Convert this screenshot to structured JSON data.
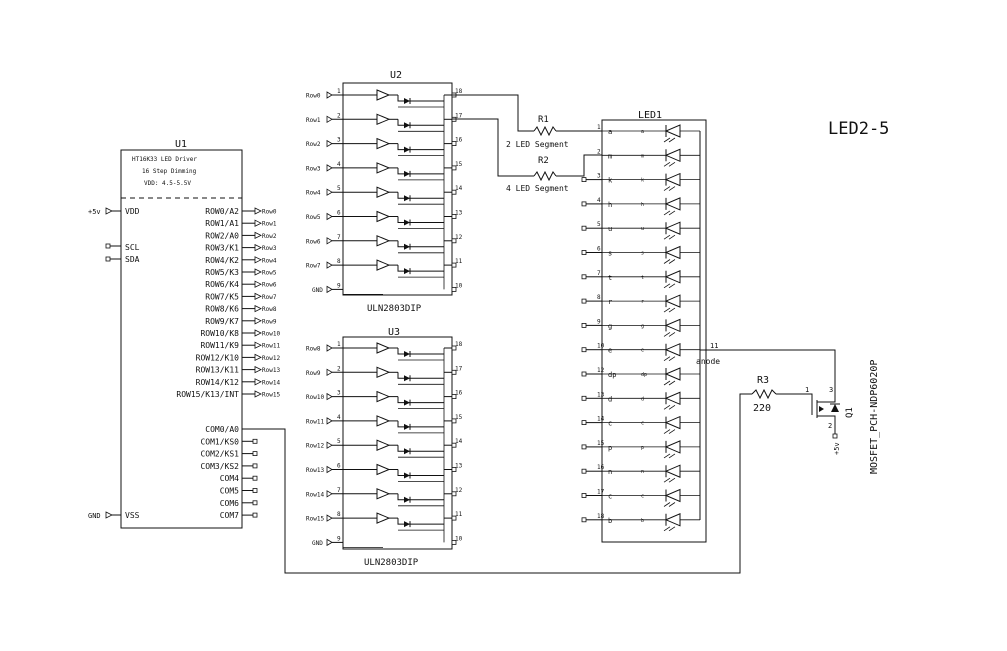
{
  "sheet_title": "LED2-5",
  "u1": {
    "ref": "U1",
    "desc": [
      "HT16K33 LED Driver",
      "16 Step Dimming",
      "VDD:     4.5-5.5V"
    ],
    "vdd_label": "VDD",
    "vdd_net": "+5v",
    "scl_label": "SCL",
    "sda_label": "SDA",
    "vss_label": "VSS",
    "vss_net": "GND",
    "rows": [
      {
        "pin": "ROW0/A2",
        "net": "Row0"
      },
      {
        "pin": "ROW1/A1",
        "net": "Row1"
      },
      {
        "pin": "ROW2/A0",
        "net": "Row2"
      },
      {
        "pin": "ROW3/K1",
        "net": "Row3"
      },
      {
        "pin": "ROW4/K2",
        "net": "Row4"
      },
      {
        "pin": "ROW5/K3",
        "net": "Row5"
      },
      {
        "pin": "ROW6/K4",
        "net": "Row6"
      },
      {
        "pin": "ROW7/K5",
        "net": "Row7"
      },
      {
        "pin": "ROW8/K6",
        "net": "Row8"
      },
      {
        "pin": "ROW9/K7",
        "net": "Row9"
      },
      {
        "pin": "ROW10/K8",
        "net": "Row10"
      },
      {
        "pin": "ROW11/K9",
        "net": "Row11"
      },
      {
        "pin": "ROW12/K10",
        "net": "Row12"
      },
      {
        "pin": "ROW13/K11",
        "net": "Row13"
      },
      {
        "pin": "ROW14/K12",
        "net": "Row14"
      },
      {
        "pin": "ROW15/K13/INT",
        "net": "Row15"
      }
    ],
    "coms": [
      "COM0/A0",
      "COM1/KS0",
      "COM2/KS1",
      "COM3/KS2",
      "COM4",
      "COM5",
      "COM6",
      "COM7"
    ]
  },
  "u2": {
    "ref": "U2",
    "part": "ULN2803DIP",
    "gnd_net": "GND",
    "gnd_pin": "9",
    "inputs": [
      "Row0",
      "Row1",
      "Row2",
      "Row3",
      "Row4",
      "Row5",
      "Row6",
      "Row7"
    ],
    "in_pins": [
      "1",
      "2",
      "3",
      "4",
      "5",
      "6",
      "7",
      "8"
    ],
    "out_pins": [
      "18",
      "17",
      "16",
      "15",
      "14",
      "13",
      "12",
      "11",
      "10"
    ]
  },
  "u3": {
    "ref": "U3",
    "part": "ULN2803DIP",
    "gnd_net": "GND",
    "gnd_pin": "9",
    "inputs": [
      "Row8",
      "Row9",
      "Row10",
      "Row11",
      "Row12",
      "Row13",
      "Row14",
      "Row15"
    ],
    "in_pins": [
      "1",
      "2",
      "3",
      "4",
      "5",
      "6",
      "7",
      "8"
    ],
    "out_pins": [
      "18",
      "17",
      "16",
      "15",
      "14",
      "13",
      "12",
      "11",
      "10"
    ]
  },
  "r1": {
    "ref": "R1",
    "note": "2 LED Segment"
  },
  "r2": {
    "ref": "R2",
    "note": "4 LED Segment"
  },
  "r3": {
    "ref": "R3",
    "value": "220"
  },
  "led1": {
    "ref": "LED1",
    "anode_label": "anode",
    "anode_pin": "11",
    "pins": [
      "1",
      "2",
      "3",
      "4",
      "5",
      "6",
      "7",
      "8",
      "9",
      "10",
      "12",
      "13",
      "14",
      "15",
      "16",
      "17",
      "18"
    ],
    "segs": [
      "a",
      "m",
      "k",
      "h",
      "u",
      "s",
      "t",
      "r",
      "g",
      "e",
      "dp",
      "d",
      "c",
      "p",
      "n",
      "c",
      "b"
    ]
  },
  "q1": {
    "ref": "Q1",
    "part": "MOSFET_PCH-NDP6020P",
    "pins": [
      "1",
      "3",
      "2"
    ],
    "net": "+5v"
  }
}
